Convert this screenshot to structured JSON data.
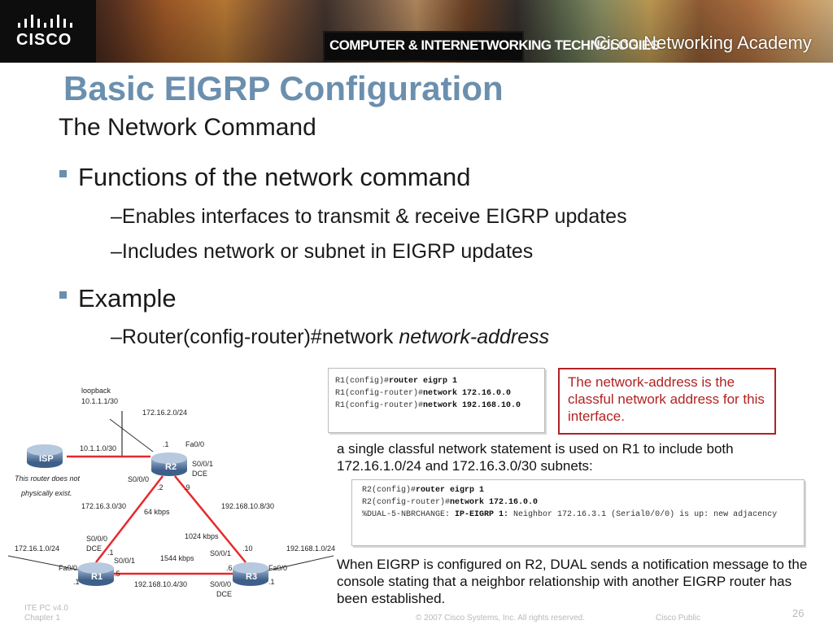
{
  "banner": {
    "logo_text": "CISCO",
    "program_text": "COMPUTER & INTERNETWORKING TECHNOLOGIES",
    "academy_text": "Cisco Networking Academy"
  },
  "slide": {
    "title": "Basic EIGRP Configuration",
    "subtitle": "The Network Command",
    "bullet1": "Functions of the network command",
    "sub1a": "–Enables interfaces to transmit & receive EIGRP updates",
    "sub1b": "–Includes network or subnet in EIGRP updates",
    "bullet2": "Example",
    "sub2_prefix": "–Router(config-router)#network ",
    "sub2_italic": "network-address"
  },
  "code1": {
    "lines": [
      {
        "prefix": "R1(config)#",
        "cmd": "router eigrp 1"
      },
      {
        "prefix": "R1(config-router)#",
        "cmd": "network 172.16.0.0"
      },
      {
        "prefix": "R1(config-router)#",
        "cmd": "network 192.168.10.0"
      }
    ]
  },
  "callout": "The network-address is the classful network address for this interface.",
  "note1": "a single classful network statement is used on R1 to include both 172.16.1.0/24 and 172.16.3.0/30 subnets:",
  "code2": {
    "line1_prefix": "R2(config)#",
    "line1_cmd": "router eigrp 1",
    "line2_prefix": "R2(config-router)#",
    "line2_cmd": "network 172.16.0.0",
    "line3_a": "%DUAL-5-NBRCHANGE: ",
    "line3_b": "IP-EIGRP 1:",
    "line3_c": " Neighbor 172.16.3.1 (Serial0/0/0) is up: new adjacency"
  },
  "note2": "When EIGRP is configured on R2, DUAL sends a notification message to the console stating that a neighbor relationship with another EIGRP router has been established.",
  "diagram": {
    "loopback_label": "loopback",
    "loopback_addr": "10.1.1.1/30",
    "r2_lan": "172.16.2.0/24",
    "isp_link": "10.1.1.0/30",
    "r2_dot1": ".1",
    "r2_fa": "Fa0/0",
    "r2_s001": "S0/0/1",
    "r2_dce": "DCE",
    "r2_s000": "S0/0/0",
    "r2_dot2": ".2",
    "r2_dot9": ".9",
    "isp_note1": "This router does not",
    "isp_note2": "physically exist.",
    "link_r1r2": "172.16.3.0/30",
    "bw_r1r2": "64 kbps",
    "link_r2r3": "192.168.10.8/30",
    "bw_r2r3": "1024 kbps",
    "r1_lan": "172.16.1.0/24",
    "r1_s000": "S0/0/0",
    "r1_dce": "DCE",
    "r1_dot1a": ".1",
    "r1_s001": "S0/0/1",
    "r1_fa": "Fa0/0",
    "r1_dot1b": ".1",
    "r1_dot5": ".5",
    "bw_r1r3": "1544 kbps",
    "link_r1r3": "192.168.10.4/30",
    "r3_s001": "S0/0/1",
    "r3_dot10": ".10",
    "r3_lan": "192.168.1.0/24",
    "r3_dot6": ".6",
    "r3_fa": "Fa0/0",
    "r3_s000": "S0/0/0",
    "r3_dce": "DCE",
    "r3_dot1": ".1",
    "isp_name": "ISP",
    "r1_name": "R1",
    "r2_name": "R2",
    "r3_name": "R3"
  },
  "footer": {
    "version": "ITE PC v4.0",
    "chapter": "Chapter 1",
    "copyright": "© 2007 Cisco Systems, Inc. All rights reserved.",
    "classification": "Cisco Public",
    "page_number": "26"
  }
}
